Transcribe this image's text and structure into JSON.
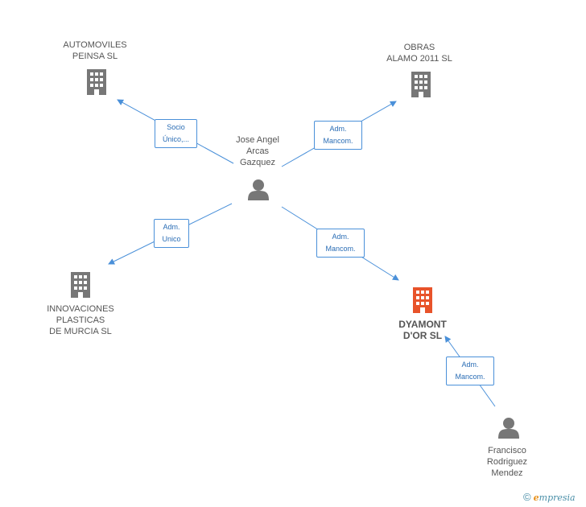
{
  "colors": {
    "edge": "#4a90d9",
    "node_icon": "#777777",
    "focus_icon": "#e8532a"
  },
  "nodes": {
    "automoviles": {
      "label": "AUTOMOVILES\nPEINSA SL",
      "kind": "company"
    },
    "obras": {
      "label": "OBRAS\nALAMO 2011 SL",
      "kind": "company"
    },
    "jose": {
      "label": "Jose Angel\nArcas\nGazquez",
      "kind": "person"
    },
    "innovaciones": {
      "label": "INNOVACIONES\nPLASTICAS\nDE MURCIA  SL",
      "kind": "company"
    },
    "dyamont": {
      "label": "DYAMONT\nD'OR SL",
      "kind": "company-focus"
    },
    "francisco": {
      "label": "Francisco\nRodriguez\nMendez",
      "kind": "person"
    }
  },
  "edges": {
    "jose_automoviles": "Socio\nÚnico,...",
    "jose_obras": "Adm.\nMancom.",
    "jose_innovaciones": "Adm.\nUnico",
    "jose_dyamont": "Adm.\nMancom.",
    "francisco_dyamont": "Adm.\nMancom."
  },
  "watermark": {
    "copyright": "©",
    "brand_e": "e",
    "brand_rest": "mpresia"
  }
}
